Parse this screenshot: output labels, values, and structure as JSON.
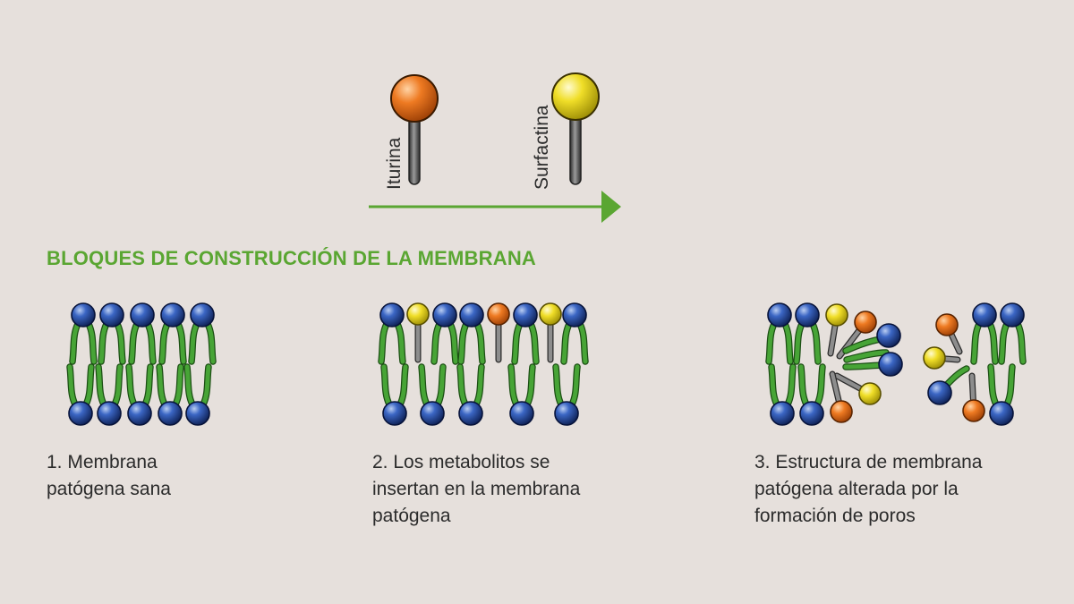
{
  "molecules": {
    "iturina": {
      "label": "Iturina",
      "color": "#e5701c"
    },
    "surfactina": {
      "label": "Surfactina",
      "color": "#ecd81f"
    }
  },
  "section_title": "BLOQUES DE CONSTRUCCIÓN DE LA MEMBRANA",
  "panels": [
    {
      "caption_lines": [
        "1. Membrana",
        "patógena sana"
      ]
    },
    {
      "caption_lines": [
        "2. Los metabolitos se",
        "insertan en la membrana",
        "patógena"
      ]
    },
    {
      "caption_lines": [
        "3. Estructura de membrana",
        "patógena alterada por la",
        "formación de poros"
      ]
    }
  ],
  "colors": {
    "background": "#e6e0dc",
    "accent_green": "#5aa632",
    "lipid_head_blue": "#1e3f8f",
    "lipid_tail_green": "#3e9a2e",
    "stalk_grey": "#6e6e6e"
  }
}
